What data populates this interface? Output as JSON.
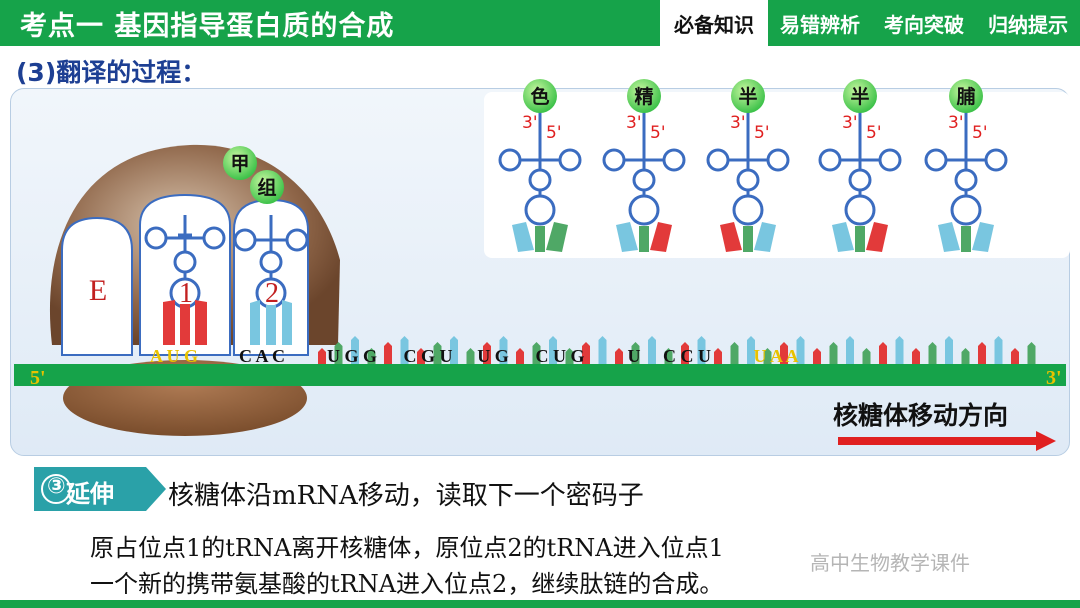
{
  "header": {
    "title": "考点一    基因指导蛋白质的合成",
    "tabs": [
      "必备知识",
      "易错辨析",
      "考向突破",
      "归纳提示"
    ],
    "active_tab": "必备知识"
  },
  "subtitle": "(3)翻译的过程：",
  "diagram": {
    "sites": {
      "e": "E",
      "p": "1",
      "a": "2"
    },
    "amino_acids_bound": [
      "甲",
      "组"
    ],
    "trna_amino_acids": [
      "色",
      "精",
      "半",
      "半",
      "脯"
    ],
    "trna_end_3": "3'",
    "trna_end_5": "5'",
    "mrna_5": "5'",
    "mrna_3": "3'",
    "codons": [
      {
        "text": "A U G",
        "color": "#e8c200"
      },
      {
        "text": "C A C",
        "color": "#111111"
      },
      {
        "text": "U G G",
        "color": "#111111"
      },
      {
        "text": "C G U",
        "color": "#111111"
      },
      {
        "text": "U G",
        "color": "#111111"
      },
      {
        "text": "C U G",
        "color": "#111111"
      },
      {
        "text": "U",
        "color": "#111111"
      },
      {
        "text": "C C U",
        "color": "#111111"
      },
      {
        "text": "U A A",
        "color": "#e8c200"
      }
    ],
    "direction_label": "核糖体移动方向"
  },
  "badge": {
    "number": "③",
    "label": "延伸"
  },
  "extension_line": "核糖体沿mRNA移动，读取下一个密码子",
  "body_lines": [
    "原占位点1的tRNA离开核糖体，原位点2的tRNA进入位点1",
    "一个新的携带氨基酸的tRNA进入位点2，继续肽链的合成。"
  ],
  "watermark": "高中生物教学课件",
  "colors": {
    "green": "#16a34a",
    "blue": "#3b6cc0",
    "red": "#e23a3a",
    "yellow": "#e8c200"
  }
}
